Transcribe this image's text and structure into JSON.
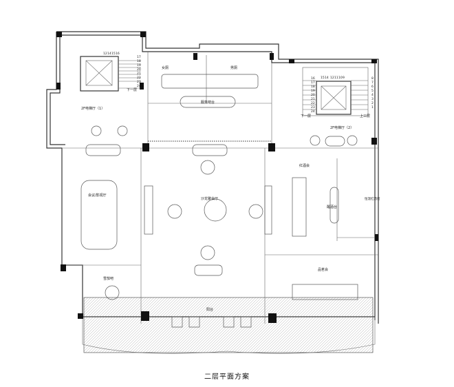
{
  "title": "二层平面方案",
  "rooms": {
    "elevator_hall_1": "2F电梯厅（1）",
    "elevator_hall_2": "2F电梯厅（2）",
    "womens_restroom": "女厕",
    "mens_restroom": "男厕",
    "service_bar": "服务吧台",
    "conference": "会议/影视厅",
    "salon": "沙龙聚会厅",
    "wine_club": "红酒会",
    "decanting": "醒酒台",
    "wine_cellar": "恒温红酒窖",
    "cigar_bar": "雪茄吧",
    "tea_club": "品茗会",
    "balcony": "阳台"
  },
  "stairs": {
    "down_1": "下一层",
    "down_2": "下一层",
    "up_3": "上三层",
    "left_top": [
      "12",
      "14",
      "15",
      "16"
    ],
    "left_side": [
      "17",
      "18",
      "19",
      "20",
      "21",
      "22",
      "23",
      "24"
    ],
    "right_top": [
      "15",
      "14",
      "12",
      "11",
      "10",
      "9"
    ],
    "right_left": [
      "16",
      "17",
      "18",
      "19",
      "20",
      "21",
      "22",
      "23",
      "24"
    ],
    "right_right": [
      "8",
      "7",
      "6",
      "5",
      "4",
      "3",
      "2",
      "1"
    ]
  }
}
